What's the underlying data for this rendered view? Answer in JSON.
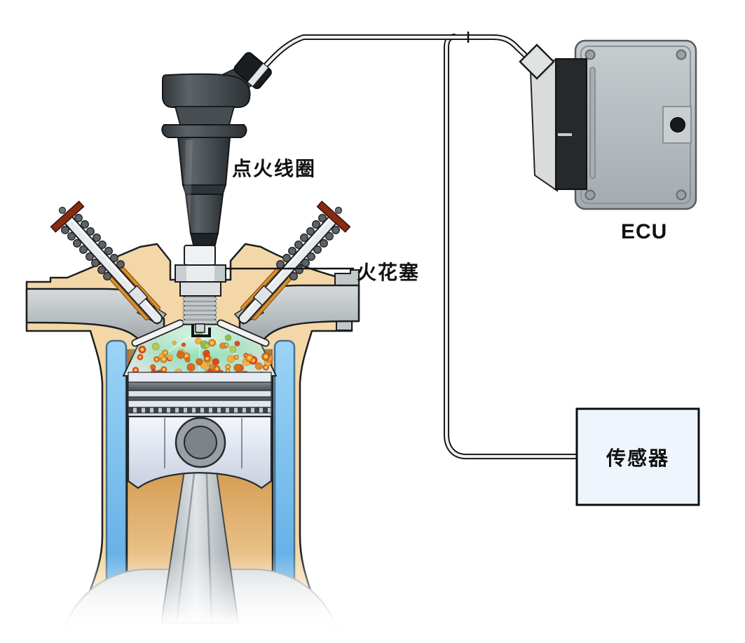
{
  "diagram": {
    "type": "engine-ignition-system-diagram",
    "labels": {
      "ignition_coil": "点火线圈",
      "spark_plug": "火花塞",
      "ecu": "ECU",
      "sensor": "传感器"
    },
    "colors": {
      "background": "#ffffff",
      "engine_block_tan": "#f3d7a7",
      "port_gray": "#bfc5c8",
      "coolant_blue": "#6fbaec",
      "combustion_green": "#7fd4a4",
      "coil_dark": "#454b4f",
      "ecu_gray": "#b7bec2",
      "sensor_fill": "#eef5fd",
      "wire_core": "#edf1f5",
      "outline": "#111315",
      "droplet_colors": [
        "#e08a2c",
        "#d96a20",
        "#e5471d",
        "#b5cc4e",
        "#8fbe4f",
        "#f2b13c"
      ],
      "droplet_hot_center": "#ffd24a"
    }
  }
}
